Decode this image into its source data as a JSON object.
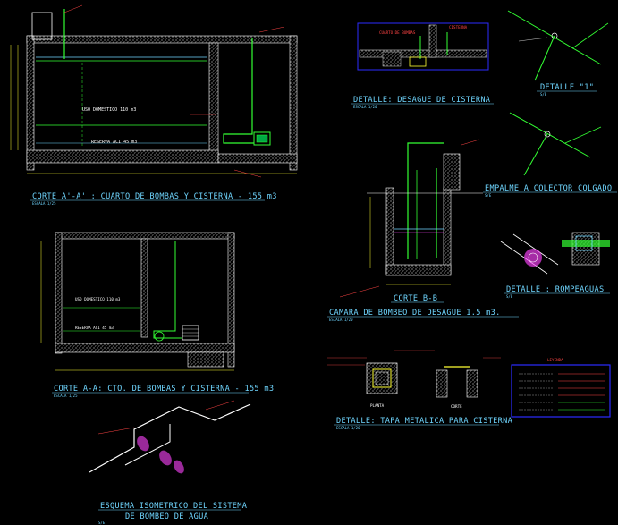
{
  "titles": {
    "corte_aa_upper": "CORTE A'-A' : CUARTO DE BOMBAS Y CISTERNA - 155 m3",
    "corte_aa_lower": "CORTE A-A: CTO. DE BOMBAS Y CISTERNA - 155 m3",
    "isometrico_1": "ESQUEMA ISOMETRICO DEL SISTEMA",
    "isometrico_2": "DE BOMBEO DE AGUA",
    "desague": "DETALLE: DESAGUE DE CISTERNA",
    "detalle_1": "DETALLE \"1\"",
    "empalme": "EMPALME A COLECTOR COLGADO",
    "camara": "CAMARA DE BOMBEO DE DESAGUE 1.5 m3.",
    "corte_bb": "CORTE B-B",
    "rompeaguas": "DETALLE : ROMPEAGUAS",
    "tapa": "DETALLE: TAPA METALICA PARA CISTERNA"
  },
  "scales": {
    "corte_aa_upper": "ESCALA 1/25",
    "corte_aa_lower": "ESCALA 1/25",
    "isometrico": "S/E",
    "desague": "ESCALA 1/20",
    "detalle_1": "S/E",
    "empalme": "S/E",
    "camara": "ESCALA 1/20",
    "rompeaguas": "S/E",
    "tapa": "ESCALA 1/20"
  },
  "labels": {
    "uso_domestico_upper": "USO DOMESTICO 110 m3",
    "reserva_upper": "RESERVA ACI 45 m3",
    "uso_domestico_lower": "USO DOMESTICO 110 m3",
    "reserva_lower": "RESERVA ACI 45 m3",
    "cisterna": "CISTERNA",
    "cuarto_bombas": "CUARTO DE BOMBAS",
    "planta": "PLANTA",
    "corte": "CORTE",
    "leyenda": "LEYENDA"
  },
  "colors": {
    "background": "#000000",
    "walls": "#ffffff",
    "pipe_green": "#33ff33",
    "pipe_yellow": "#ffff33",
    "annotation_red": "#ff4444",
    "title_cyan": "#6fd6ff",
    "border_blue": "#2b2bff",
    "magenta": "#ff44ff"
  }
}
